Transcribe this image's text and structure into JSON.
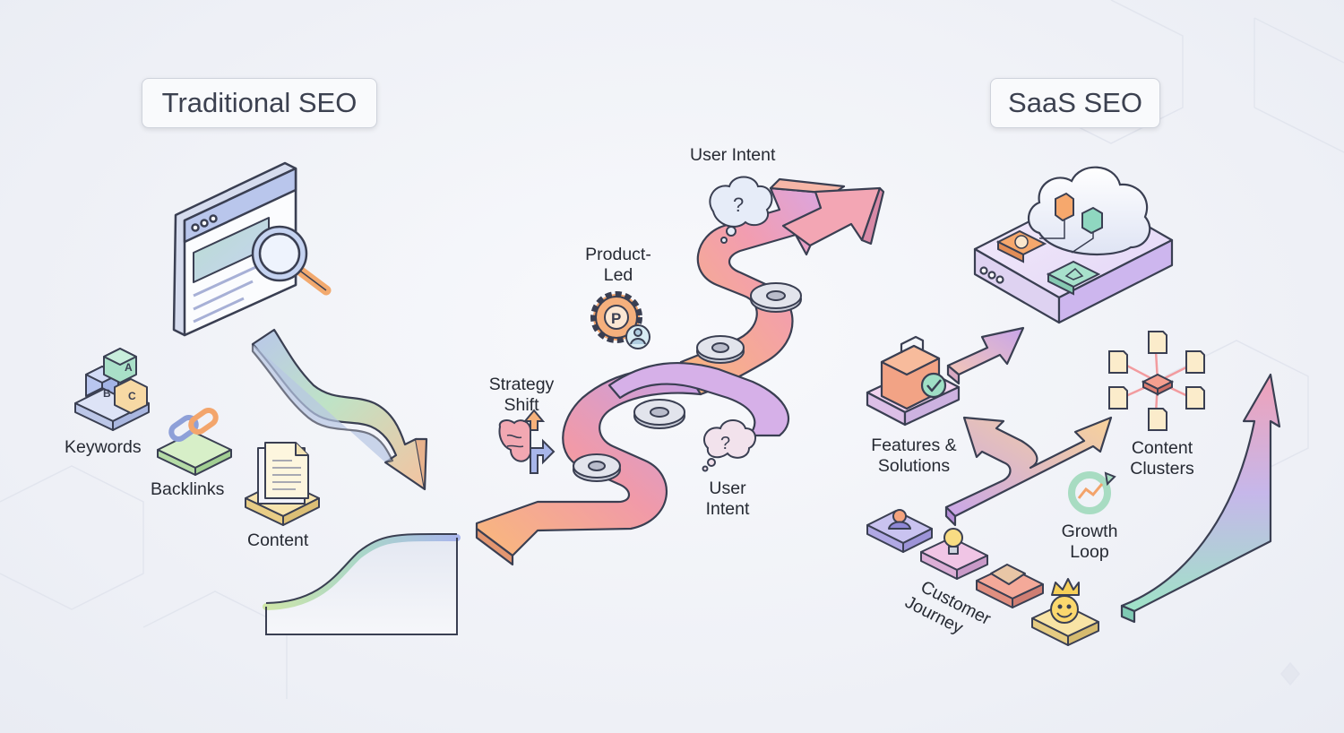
{
  "sections": {
    "traditional": {
      "title": "Traditional SEO",
      "labels": {
        "keywords": "Keywords",
        "backlinks": "Backlinks",
        "content": "Content"
      }
    },
    "transition": {
      "labels": {
        "user_intent_top": "User Intent",
        "product_led_1": "Product-",
        "product_led_2": "Led",
        "strategy_shift_1": "Strategy",
        "strategy_shift_2": "Shift",
        "user_intent_1": "User",
        "user_intent_2": "Intent"
      }
    },
    "saas": {
      "title": "SaaS SEO",
      "labels": {
        "features_1": "Features &",
        "features_2": "Solutions",
        "clusters_1": "Content",
        "clusters_2": "Clusters",
        "growth_1": "Growth",
        "growth_2": "Loop",
        "journey_1": "Customer",
        "journey_2": "Journey"
      }
    }
  },
  "icons": {
    "abc_blocks_letters": [
      "A",
      "B",
      "C"
    ],
    "product_gear_letter": "P",
    "question_mark": "?"
  },
  "colors": {
    "background": "#f1f3f8",
    "outline": "#3a3f52",
    "orange": "#f7b27a",
    "pink": "#ef9aa8",
    "purple": "#c6a2e6",
    "mint": "#a8e3c8",
    "yellow": "#f6e3a4",
    "blue": "#a9bde8"
  }
}
